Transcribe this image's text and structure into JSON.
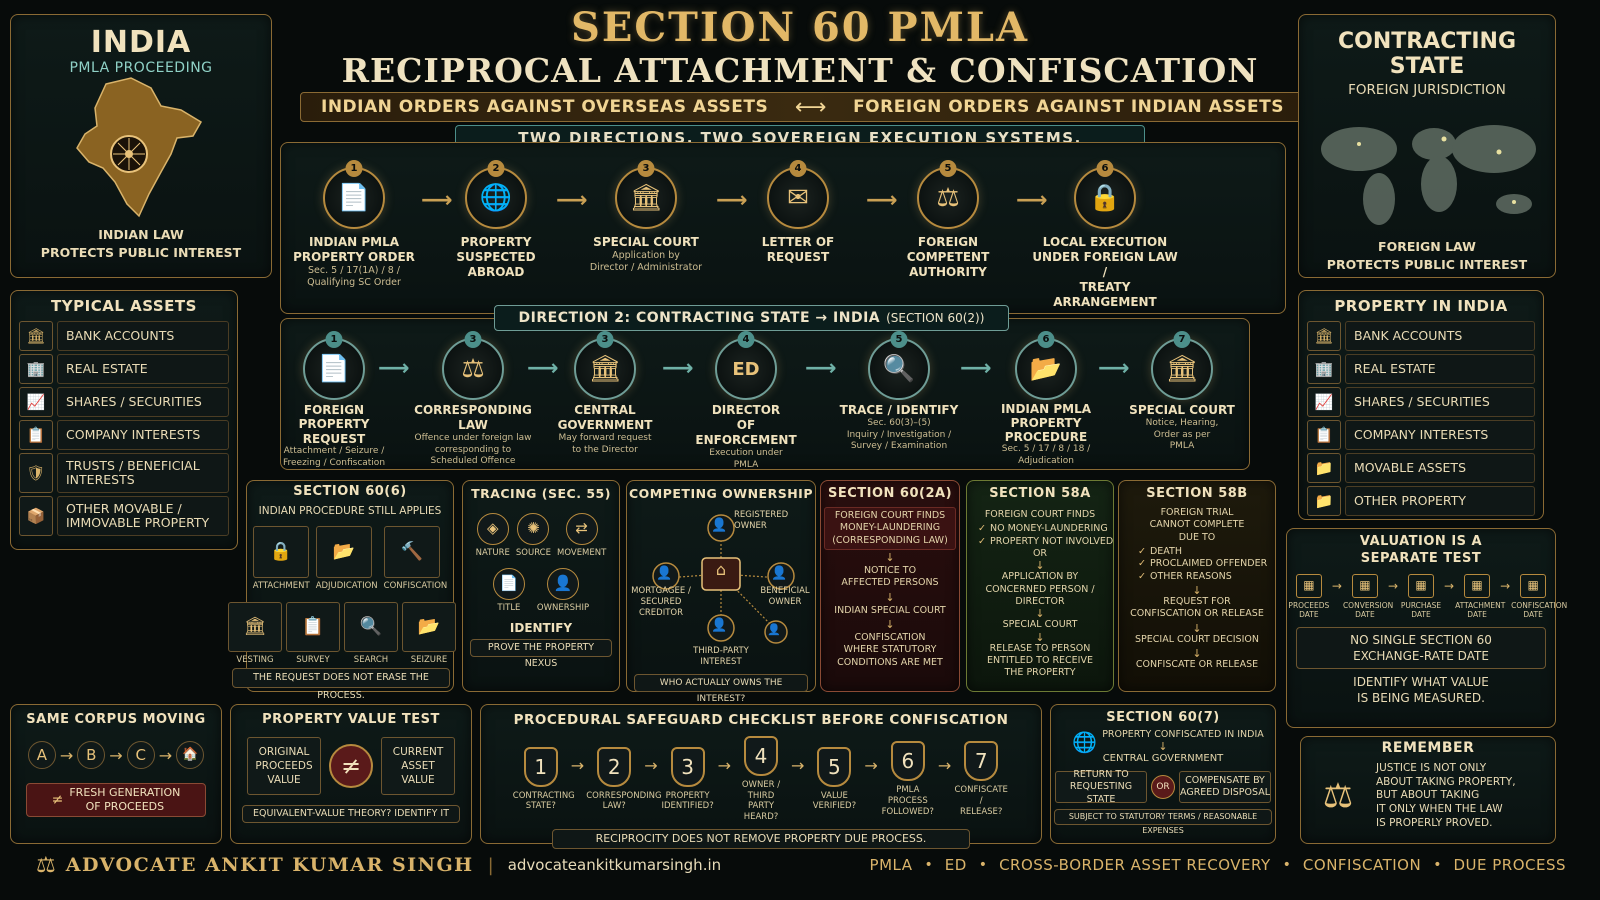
{
  "header": {
    "title": "SECTION 60 PMLA",
    "subtitle": "RECIPROCAL ATTACHMENT & CONFISCATION",
    "banner_left": "INDIAN ORDERS AGAINST OVERSEAS ASSETS",
    "banner_right": "FOREIGN ORDERS AGAINST INDIAN ASSETS",
    "tagline": "TWO DIRECTIONS. TWO SOVEREIGN EXECUTION SYSTEMS."
  },
  "india": {
    "title": "INDIA",
    "subtitle": "PMLA PROCEEDING",
    "footer": "INDIAN LAW\nPROTECTS PUBLIC INTEREST"
  },
  "contracting": {
    "title": "CONTRACTING STATE",
    "subtitle": "FOREIGN JURISDICTION",
    "footer": "FOREIGN LAW\nPROTECTS PUBLIC INTEREST"
  },
  "direction1": {
    "steps": [
      {
        "num": "1",
        "title": "INDIAN PMLA\nPROPERTY ORDER",
        "desc": "Sec. 5 / 17(1A) / 8 /\nQualifying SC Order",
        "icon": "document-shield-icon",
        "glyph": "📄"
      },
      {
        "num": "2",
        "title": "PROPERTY\nSUSPECTED\nABROAD",
        "desc": "",
        "icon": "globe-pin-icon",
        "glyph": "🌐"
      },
      {
        "num": "3",
        "title": "SPECIAL COURT",
        "desc": "Application by\nDirector / Administrator",
        "icon": "court-icon",
        "glyph": "🏛"
      },
      {
        "num": "4",
        "title": "LETTER OF\nREQUEST",
        "desc": "",
        "icon": "envelope-icon",
        "glyph": "✉"
      },
      {
        "num": "5",
        "title": "FOREIGN\nCOMPETENT\nAUTHORITY",
        "desc": "",
        "icon": "gavel-icon",
        "glyph": "⚖"
      },
      {
        "num": "6",
        "title": "LOCAL EXECUTION\nUNDER FOREIGN LAW /\nTREATY ARRANGEMENT",
        "desc": "",
        "icon": "padlock-icon",
        "glyph": "🔒"
      }
    ]
  },
  "direction2": {
    "label": "DIRECTION 2: CONTRACTING STATE → INDIA",
    "label_suffix": "(SECTION 60(2))",
    "steps": [
      {
        "num": "1",
        "title": "FOREIGN\nPROPERTY\nREQUEST",
        "desc": "Attachment / Seizure /\nFreezing / Confiscation",
        "icon": "document-shield-icon",
        "glyph": "📄"
      },
      {
        "num": "3",
        "title": "CORRESPONDING LAW",
        "desc": "Offence under foreign law\ncorresponding to\nScheduled Offence",
        "icon": "scales-icon",
        "glyph": "⚖"
      },
      {
        "num": "3",
        "title": "CENTRAL\nGOVERNMENT",
        "desc": "May forward request\nto the Director",
        "icon": "government-icon",
        "glyph": "🏛"
      },
      {
        "num": "4",
        "title": "DIRECTOR\nOF ENFORCEMENT",
        "desc": "Execution under\nPMLA",
        "icon": "ed-shield-icon",
        "glyph": "ED"
      },
      {
        "num": "5",
        "title": "TRACE / IDENTIFY",
        "desc": "Sec. 60(3)–(5)\nInquiry / Investigation /\nSurvey / Examination",
        "icon": "magnifier-icon",
        "glyph": "🔍"
      },
      {
        "num": "6",
        "title": "INDIAN PMLA\nPROPERTY\nPROCEDURE",
        "desc": "Sec. 5 / 17 / 8 / 18 /\nAdjudication",
        "icon": "folder-icon",
        "glyph": "📂"
      },
      {
        "num": "7",
        "title": "SPECIAL COURT",
        "desc": "Notice, Hearing,\nOrder as per\nPMLA",
        "icon": "court-icon",
        "glyph": "🏛"
      }
    ]
  },
  "typical_assets": {
    "title": "TYPICAL ASSETS",
    "items": [
      {
        "label": "BANK ACCOUNTS",
        "glyph": "🏛",
        "icon": "bank-icon"
      },
      {
        "label": "REAL ESTATE",
        "glyph": "🏢",
        "icon": "building-icon"
      },
      {
        "label": "SHARES / SECURITIES",
        "glyph": "📈",
        "icon": "chart-icon"
      },
      {
        "label": "COMPANY INTERESTS",
        "glyph": "📋",
        "icon": "document-icon"
      },
      {
        "label": "TRUSTS / BENEFICIAL\nINTERESTS",
        "glyph": "🛡",
        "icon": "shield-icon"
      },
      {
        "label": "OTHER MOVABLE /\nIMMOVABLE PROPERTY",
        "glyph": "📦",
        "icon": "stack-icon"
      }
    ]
  },
  "property_india": {
    "title": "PROPERTY IN INDIA",
    "items": [
      {
        "label": "BANK ACCOUNTS",
        "glyph": "🏛",
        "icon": "bank-icon"
      },
      {
        "label": "REAL ESTATE",
        "glyph": "🏢",
        "icon": "building-icon"
      },
      {
        "label": "SHARES / SECURITIES",
        "glyph": "📈",
        "icon": "chart-icon"
      },
      {
        "label": "COMPANY INTERESTS",
        "glyph": "📋",
        "icon": "document-icon"
      },
      {
        "label": "MOVABLE ASSETS",
        "glyph": "📁",
        "icon": "folder-icon"
      },
      {
        "label": "OTHER PROPERTY",
        "glyph": "📁",
        "icon": "folder-icon"
      }
    ]
  },
  "sec606": {
    "title": "SECTION 60(6)",
    "subtitle": "INDIAN PROCEDURE STILL APPLIES",
    "row1": [
      {
        "label": "ATTACHMENT",
        "glyph": "🔒",
        "icon": "padlock-icon"
      },
      {
        "label": "ADJUDICATION",
        "glyph": "📂",
        "icon": "folder-icon"
      },
      {
        "label": "CONFISCATION",
        "glyph": "🔨",
        "icon": "gavel-icon"
      }
    ],
    "row2": [
      {
        "label": "VESTING",
        "glyph": "🏛",
        "icon": "bank-icon"
      },
      {
        "label": "SURVEY",
        "glyph": "📋",
        "icon": "clipboard-icon"
      },
      {
        "label": "SEARCH",
        "glyph": "🔍",
        "icon": "magnifier-icon"
      },
      {
        "label": "SEIZURE",
        "glyph": "📂",
        "icon": "folder-icon"
      }
    ],
    "footer": "THE REQUEST DOES NOT ERASE THE PROCESS."
  },
  "tracing": {
    "title": "TRACING (SEC. 55)",
    "items": [
      {
        "label": "NATURE",
        "glyph": "◈",
        "icon": "diamond-icon"
      },
      {
        "label": "SOURCE",
        "glyph": "✺",
        "icon": "source-icon"
      },
      {
        "label": "MOVEMENT",
        "glyph": "⇄",
        "icon": "movement-icon"
      },
      {
        "label": "TITLE",
        "glyph": "📄",
        "icon": "document-icon"
      },
      {
        "label": "OWNERSHIP",
        "glyph": "👤",
        "icon": "person-icon"
      }
    ],
    "identify": "IDENTIFY",
    "footer": "PROVE THE PROPERTY NEXUS"
  },
  "competing": {
    "title": "COMPETING OWNERSHIP",
    "registered": "REGISTERED\nOWNER",
    "mortgagee": "MORTGAGEE /\nSECURED\nCREDITOR",
    "beneficial": "BENEFICIAL\nOWNER",
    "third": "THIRD-PARTY\nINTEREST",
    "footer": "WHO ACTUALLY OWNS THE INTEREST?"
  },
  "sec602a": {
    "title": "SECTION 60(2A)",
    "lines": [
      "FOREIGN COURT FINDS\nMONEY-LAUNDERING\n(CORRESPONDING LAW)",
      "NOTICE TO\nAFFECTED PERSONS",
      "INDIAN SPECIAL COURT",
      "CONFISCATION\nWHERE STATUTORY\nCONDITIONS ARE MET"
    ]
  },
  "sec58a": {
    "title": "SECTION 58A",
    "head": "FOREIGN COURT FINDS",
    "checks": [
      "NO MONEY-LAUNDERING",
      "PROPERTY NOT INVOLVED"
    ],
    "or": "OR",
    "lines": [
      "APPLICATION BY\nCONCERNED PERSON /\nDIRECTOR",
      "SPECIAL COURT",
      "RELEASE TO PERSON\nENTITLED TO RECEIVE\nTHE PROPERTY"
    ]
  },
  "sec58b": {
    "title": "SECTION 58B",
    "head": "FOREIGN TRIAL\nCANNOT COMPLETE\nDUE TO",
    "checks": [
      "DEATH",
      "PROCLAIMED OFFENDER",
      "OTHER REASONS"
    ],
    "lines": [
      "REQUEST FOR\nCONFISCATION OR RELEASE",
      "SPECIAL COURT DECISION",
      "CONFISCATE OR RELEASE"
    ]
  },
  "valuation": {
    "title": "VALUATION IS A\nSEPARATE TEST",
    "dates": [
      "PROCEEDS\nDATE",
      "CONVERSION\nDATE",
      "PURCHASE\nDATE",
      "ATTACHMENT\nDATE",
      "CONFISCATION\nDATE"
    ],
    "note1": "NO SINGLE SECTION 60\nEXCHANGE-RATE DATE",
    "note2": "IDENTIFY WHAT VALUE\nIS BEING MEASURED."
  },
  "corpus": {
    "title": "SAME CORPUS MOVING",
    "nodes": [
      "A",
      "B",
      "C"
    ],
    "end_glyph": "🏠",
    "badge": "FRESH GENERATION\nOF PROCEEDS",
    "badge_glyph": "≠"
  },
  "value_test": {
    "title": "PROPERTY VALUE TEST",
    "left": "ORIGINAL\nPROCEEDS\nVALUE",
    "right": "CURRENT\nASSET\nVALUE",
    "sign": "≠",
    "footer": "EQUIVALENT-VALUE THEORY? IDENTIFY IT"
  },
  "checklist": {
    "title": "PROCEDURAL SAFEGUARD CHECKLIST BEFORE CONFISCATION",
    "items": [
      {
        "n": "1",
        "label": "CONTRACTING\nSTATE?"
      },
      {
        "n": "2",
        "label": "CORRESPONDING\nLAW?"
      },
      {
        "n": "3",
        "label": "PROPERTY\nIDENTIFIED?"
      },
      {
        "n": "4",
        "label": "OWNER / THIRD\nPARTY HEARD?"
      },
      {
        "n": "5",
        "label": "VALUE\nVERIFIED?"
      },
      {
        "n": "6",
        "label": "PMLA PROCESS\nFOLLOWED?"
      },
      {
        "n": "7",
        "label": "CONFISCATE /\nRELEASE?"
      }
    ],
    "footer": "RECIPROCITY DOES NOT REMOVE PROPERTY DUE PROCESS."
  },
  "sec607": {
    "title": "SECTION 60(7)",
    "line1": "PROPERTY CONFISCATED IN INDIA",
    "line2": "CENTRAL GOVERNMENT",
    "left": "RETURN TO\nREQUESTING STATE",
    "or": "OR",
    "right": "COMPENSATE BY\nAGREED DISPOSAL",
    "footer": "SUBJECT TO STATUTORY TERMS / REASONABLE EXPENSES"
  },
  "remember": {
    "title": "REMEMBER",
    "text": "JUSTICE IS NOT ONLY\nABOUT TAKING PROPERTY,\nBUT ABOUT TAKING\nIT ONLY WHEN THE LAW\nIS PROPERLY PROVED."
  },
  "footer": {
    "name": "ADVOCATE ANKIT KUMAR SINGH",
    "site": "advocateankitkumarsingh.in",
    "tags": [
      "PMLA",
      "ED",
      "CROSS-BORDER ASSET RECOVERY",
      "CONFISCATION",
      "DUE PROCESS"
    ]
  },
  "colors": {
    "gold": "#d9b36a",
    "teal": "#6fb1a7",
    "maroon": "#5a1a1a",
    "background": "#070b0a"
  }
}
